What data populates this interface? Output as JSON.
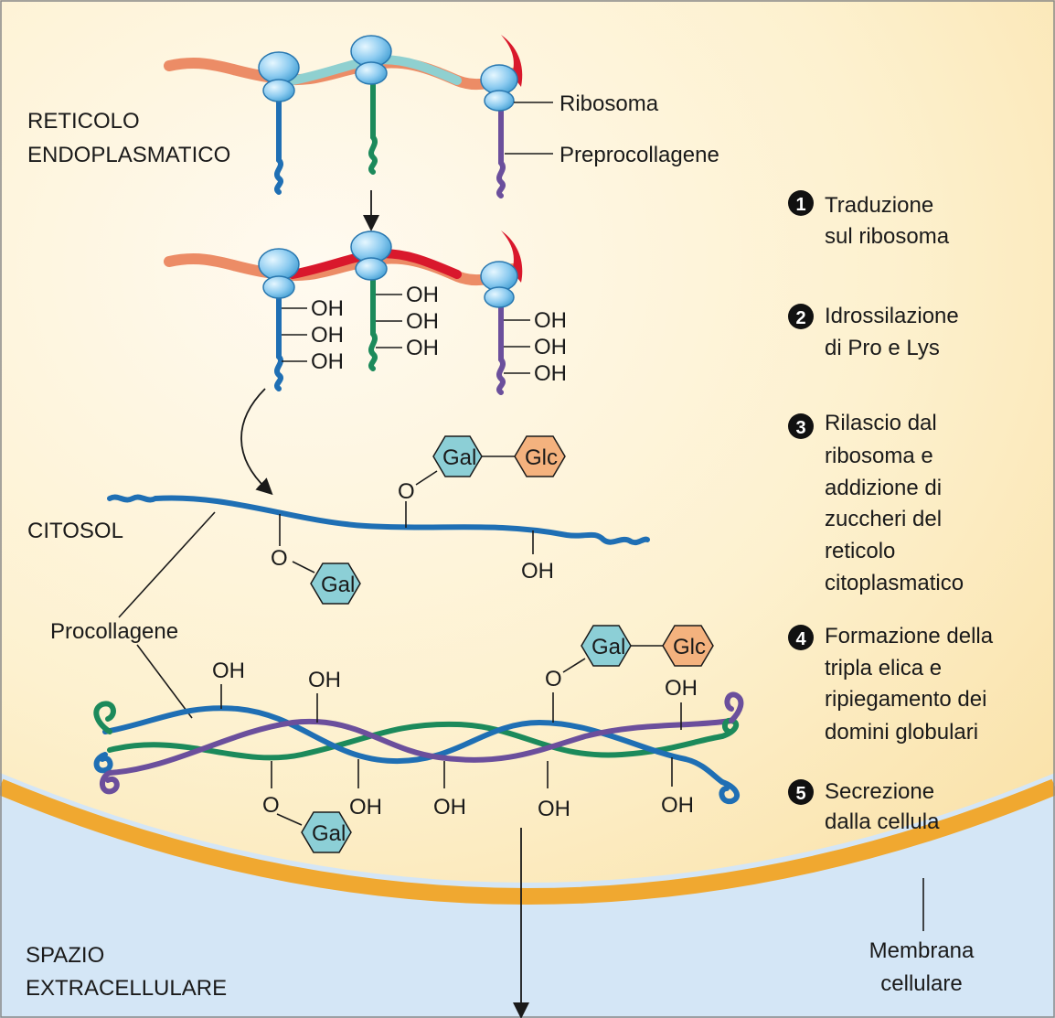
{
  "regions": {
    "er": [
      "RETICOLO",
      "ENDOPLASMATICO"
    ],
    "cytosol": "CITOSOL",
    "extracellular": [
      "SPAZIO",
      "EXTRACELLULARE"
    ]
  },
  "callouts": {
    "ribosome": "Ribosoma",
    "preprocollagen": "Preprocollagene",
    "procollagen": "Procollagene",
    "membrane": [
      "Membrana",
      "cellulare"
    ]
  },
  "groups": {
    "hydroxyl": "OH",
    "oxygen": "O",
    "galactose": "Gal",
    "glucose": "Glc"
  },
  "steps": [
    {
      "number": "1",
      "lines": [
        "Traduzione",
        "sul ribosoma"
      ]
    },
    {
      "number": "2",
      "lines": [
        "Idrossilazione",
        "di Pro e Lys"
      ]
    },
    {
      "number": "3",
      "lines": [
        "Rilascio dal",
        "ribosoma e",
        "addizione di",
        "zuccheri del",
        "reticolo",
        "citoplasmatico"
      ]
    },
    {
      "number": "4",
      "lines": [
        "Formazione della",
        "tripla elica e",
        "ripiegamento dei",
        "domini globulari"
      ]
    },
    {
      "number": "5",
      "lines": [
        "Secrezione",
        "dalla cellula"
      ]
    }
  ],
  "colors": {
    "cell_interior": "#fdf1cf",
    "membrane": "#f0a830",
    "extracellular": "#d4e6f6",
    "ribosome": "#8ccbf0",
    "mrna_orange": "#ec8c66",
    "mrna_red": "#d9182c",
    "chain_blue": "#1f6fb4",
    "chain_green": "#1c8a5b",
    "chain_purple": "#6b4f9c",
    "sugar_gal": "#8ccfd6",
    "sugar_glc": "#f4b27e"
  }
}
